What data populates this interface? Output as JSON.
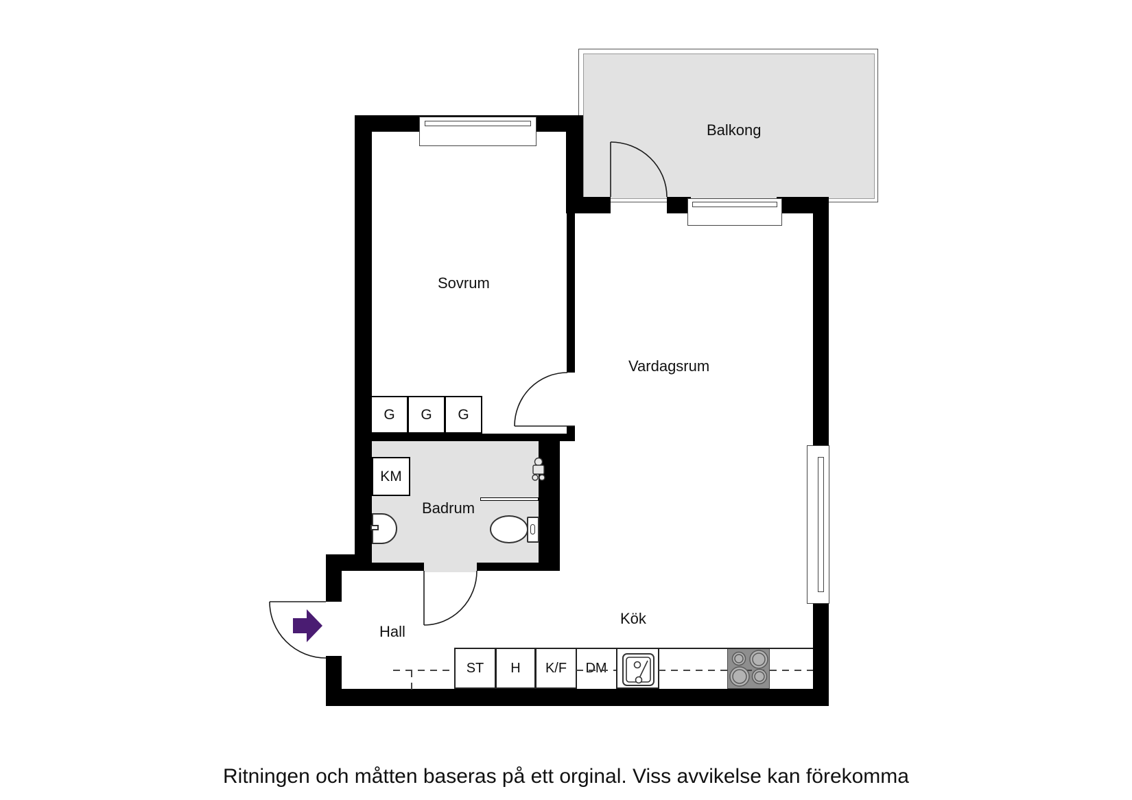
{
  "rooms": {
    "sovrum": "Sovrum",
    "vardagsrum": "Vardagsrum",
    "balkong": "Balkong",
    "badrum": "Badrum",
    "hall": "Hall",
    "kok": "Kök"
  },
  "fixtures": {
    "wardrobe1": "G",
    "wardrobe2": "G",
    "wardrobe3": "G",
    "washing_machine": "KM"
  },
  "kitchen_units": {
    "st": "ST",
    "h": "H",
    "kf": "K/F",
    "dm": "DM"
  },
  "footer": {
    "disclaimer": "Ritningen och måtten baseras på ett orginal. Viss avvikelse kan förekomma"
  },
  "colors": {
    "wall": "#000000",
    "floor_gray": "#e2e2e2",
    "entry_arrow": "#4a1c72",
    "stove": "#8e8e8e"
  }
}
